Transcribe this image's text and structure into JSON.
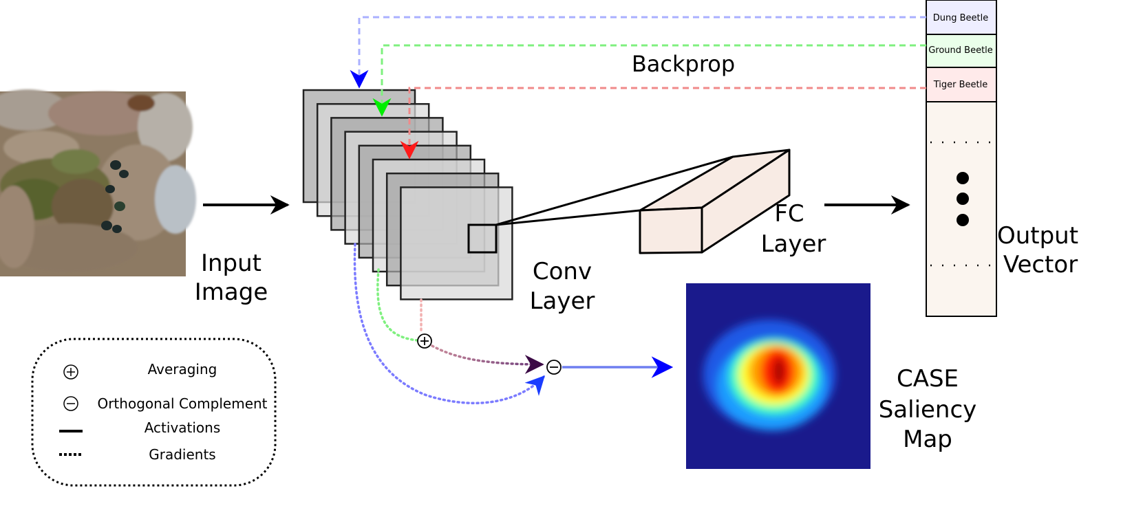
{
  "labels": {
    "input_line1": "Input",
    "input_line2": "Image",
    "conv_line1": "Conv",
    "conv_line2": "Layer",
    "fc_line1": "FC",
    "fc_line2": "Layer",
    "output_line1": "Output",
    "output_line2": "Vector",
    "backprop": "Backprop",
    "case_line1": "CASE",
    "case_line2": "Saliency",
    "case_line3": "Map"
  },
  "output_vector": {
    "classes": [
      {
        "label": "Dung Beetle",
        "color": "#eeeeff",
        "gradient_color": "#aab0ff"
      },
      {
        "label": "Ground Beetle",
        "color": "#eaffea",
        "gradient_color": "#7ff07f"
      },
      {
        "label": "Tiger Beetle",
        "color": "#ffeaea",
        "gradient_color": "#f08a8a"
      }
    ],
    "body_color": "#fbf5ef"
  },
  "legend": {
    "items": [
      {
        "icon": "circle-plus-icon",
        "label": "Averaging"
      },
      {
        "icon": "circle-minus-icon",
        "label": "Orthogonal Complement"
      },
      {
        "icon": "solid-line-icon",
        "label": "Activations"
      },
      {
        "icon": "dotted-line-icon",
        "label": "Gradients"
      }
    ]
  },
  "colors": {
    "conv_dark": "#a6a6a6",
    "conv_light": "#d9d9d9",
    "fc_face": "#f8ebe4",
    "heatmap_bg": "#1a1a8c",
    "blue_arrow": "#0000ff",
    "green_arrow": "#00ee00",
    "red_arrow": "#ff1a1a"
  }
}
